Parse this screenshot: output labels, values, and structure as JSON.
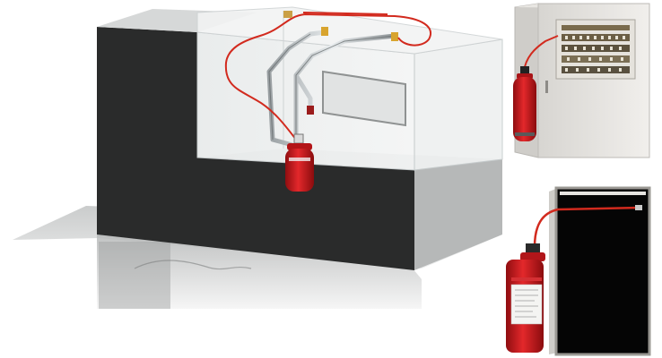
{
  "scene": {
    "panels": [
      "machine-enclosure",
      "electrical-cabinet",
      "server-cabinet"
    ],
    "colors": {
      "tube_red": "#d22a1e",
      "extinguisher_red": "#c8161c",
      "machine_dark": "#2a2b2b",
      "machine_top": "#cfd1d1",
      "glass": "#e3e7e8",
      "cabinet_frame": "#e8e6e2",
      "cabinet_black": "#050505",
      "shadow": "#bfc1c1"
    },
    "icons": [
      "fire-extinguisher-icon",
      "detection-tube-icon",
      "nozzle-icon"
    ]
  }
}
